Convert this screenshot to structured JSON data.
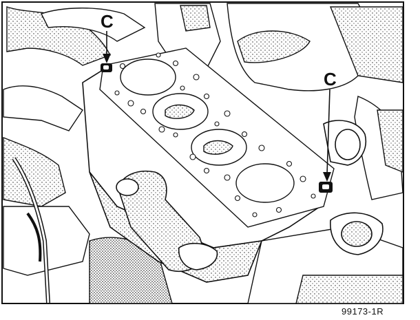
{
  "diagram": {
    "callouts": [
      {
        "id": "c-left",
        "letter": "C"
      },
      {
        "id": "c-right",
        "letter": "C"
      }
    ],
    "reference_code": "99173-1R"
  }
}
